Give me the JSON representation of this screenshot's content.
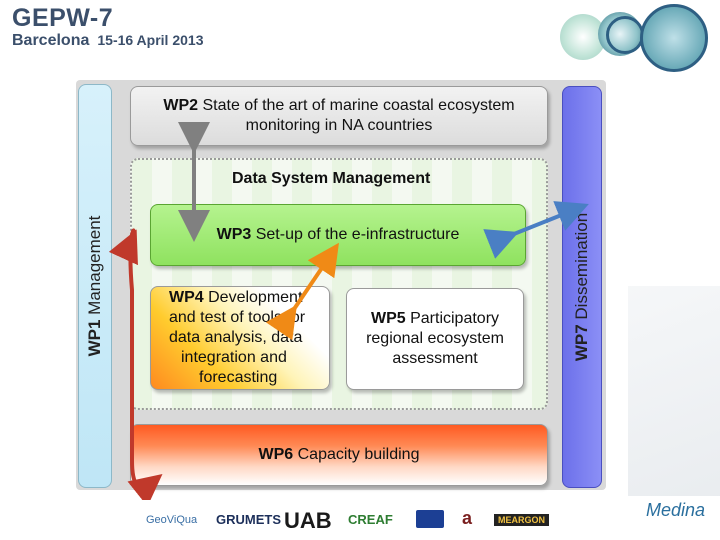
{
  "header": {
    "title": "GEPW-7",
    "subtitle_city": "Barcelona",
    "subtitle_date": "15-16 April 2013"
  },
  "diagram": {
    "wp1": {
      "code": "WP1",
      "name": "Management"
    },
    "wp2": {
      "code": "WP2",
      "line1_rest": "State of the art of marine coastal ecosystem",
      "line2": "monitoring in NA countries"
    },
    "dsm_title": "Data System Management",
    "wp3": {
      "code": "WP3",
      "name": "Set-up of the e-infrastructure"
    },
    "wp4": {
      "code": "WP4",
      "line1_rest": "Development",
      "line2": "and test of tools for",
      "line3": "data analysis, data",
      "line4": "integration and",
      "line5": "forecasting"
    },
    "wp5": {
      "code": "WP5",
      "line1_rest": "Participatory",
      "line2": "regional ecosystem",
      "line3": "assessment"
    },
    "wp6": {
      "code": "WP6",
      "name": "Capacity building"
    },
    "wp7": {
      "code": "WP7",
      "name": "Dissemination"
    }
  },
  "footer": {
    "logos": [
      "GeoViQua",
      "GRUMETS",
      "UAB",
      "CREAF",
      "a",
      "MEARGON"
    ],
    "medina": "Medina"
  },
  "colors": {
    "wp1": "#c9eaf7",
    "wp7": "#7b7ff0",
    "wp2": "#e4e4e4",
    "wp3": "#a3ee7a",
    "wp6": "#ff6a2e",
    "arrow_red": "#c0392b",
    "arrow_gray": "#808080",
    "arrow_orange": "#f08a16",
    "arrow_blue": "#4a7fc4"
  }
}
